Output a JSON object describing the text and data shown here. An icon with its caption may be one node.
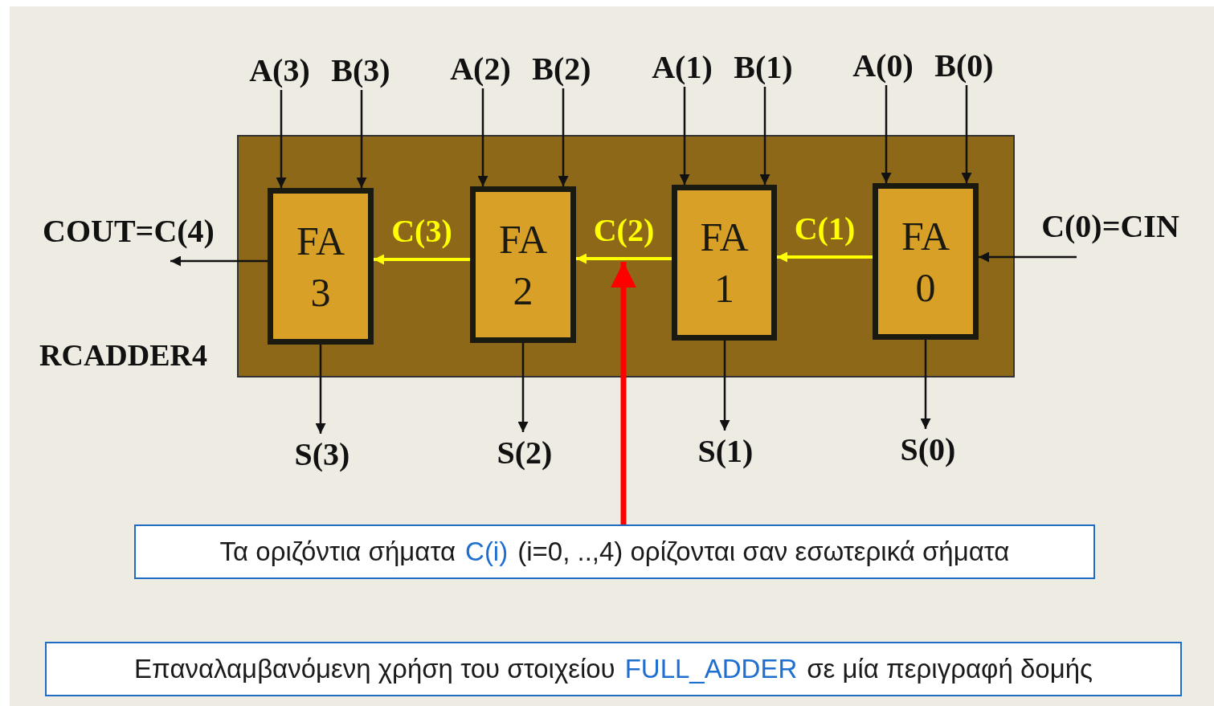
{
  "diagram": {
    "nodes": [
      {
        "text": [
          "RCADDER4"
        ]
      },
      {
        "text": [
          "FA 3"
        ],
        "in": 0
      },
      {
        "text": [
          "FA 2"
        ],
        "in": 0
      },
      {
        "text": [
          "FA 1"
        ],
        "in": 0
      },
      {
        "text": [
          "FA 0"
        ],
        "in": 0
      },
      {
        "text": [
          "A(3)"
        ]
      },
      {
        "text": [
          "B(3)"
        ]
      },
      {
        "text": [
          "A(2)"
        ]
      },
      {
        "text": [
          "B(2)"
        ]
      },
      {
        "text": [
          "A(1)"
        ]
      },
      {
        "text": [
          "B(1)"
        ]
      },
      {
        "text": [
          "A(0)"
        ]
      },
      {
        "text": [
          "B(0)"
        ]
      },
      {
        "text": [
          "COUT=C(4)"
        ]
      },
      {
        "text": [
          "C(0)=CIN"
        ]
      },
      {
        "text": [
          "S(3)"
        ]
      },
      {
        "text": [
          "S(2)"
        ]
      },
      {
        "text": [
          "S(1)"
        ]
      },
      {
        "text": [
          "S(0)"
        ]
      },
      {
        "text": [
          "Τα οριζόντια σήματα",
          "C(i)",
          "(i=0, ..,4) ορίζονται σαν εσωτερικά σήματα"
        ]
      },
      {
        "text": [
          "Επαναλαμβανόμενη χρήση του στοιχείου",
          "FULL_ADDER",
          "σε μία περιγραφή δομής"
        ]
      }
    ],
    "edges": [
      {
        "from": 5,
        "to": 1,
        "arrow": "to"
      },
      {
        "from": 6,
        "to": 1,
        "arrow": "to"
      },
      {
        "from": 7,
        "to": 2,
        "arrow": "to"
      },
      {
        "from": 8,
        "to": 2,
        "arrow": "to"
      },
      {
        "from": 9,
        "to": 3,
        "arrow": "to"
      },
      {
        "from": 10,
        "to": 3,
        "arrow": "to"
      },
      {
        "from": 11,
        "to": 4,
        "arrow": "to"
      },
      {
        "from": 12,
        "to": 4,
        "arrow": "to"
      },
      {
        "from": 14,
        "to": 4,
        "arrow": "to"
      },
      {
        "from": 4,
        "to": 3,
        "arrow": "to",
        "label": "C(1)",
        "color": "#ffff00"
      },
      {
        "from": 3,
        "to": 2,
        "arrow": "to",
        "label": "C(2)",
        "color": "#ffff00"
      },
      {
        "from": 2,
        "to": 1,
        "arrow": "to",
        "label": "C(3)",
        "color": "#ffff00"
      },
      {
        "from": 1,
        "to": 13,
        "arrow": "to"
      },
      {
        "from": 1,
        "to": 15,
        "arrow": "to"
      },
      {
        "from": 2,
        "to": 16,
        "arrow": "to"
      },
      {
        "from": 3,
        "to": 17,
        "arrow": "to"
      },
      {
        "from": 4,
        "to": 18,
        "arrow": "to"
      },
      {
        "from": 19,
        "to": null,
        "arrow": "to",
        "style": "thick",
        "color": "#ff0000"
      }
    ]
  }
}
